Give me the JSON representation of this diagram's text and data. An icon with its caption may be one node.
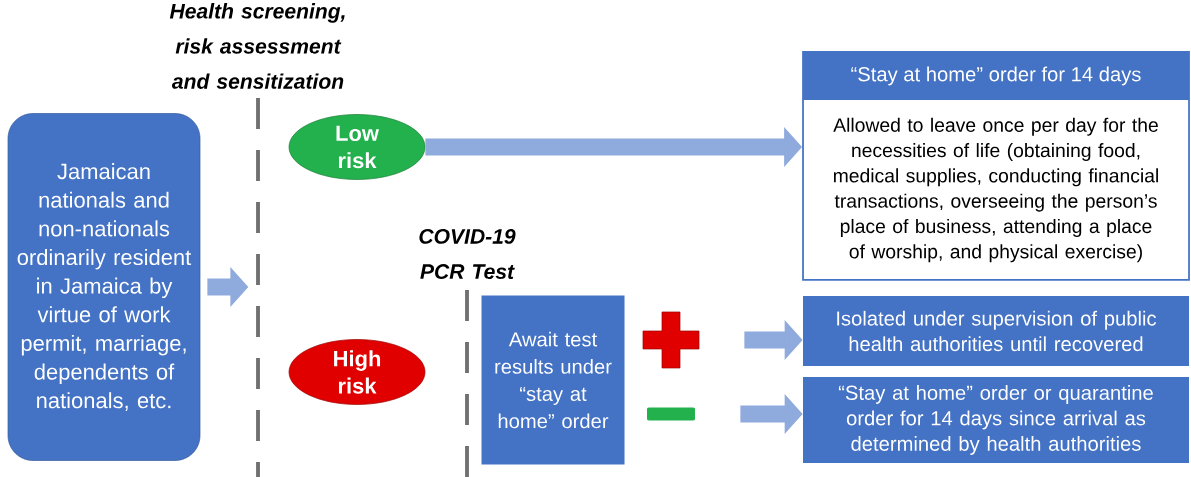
{
  "diagram": {
    "nodes": [
      {
        "text": [
          "Jamaican nationals and non-nationals ordinarily resident in Jamaica by virtue of work permit, marriage, dependents of nationals, etc."
        ]
      },
      {
        "text": [
          "Low risk"
        ]
      },
      {
        "text": [
          "High risk"
        ]
      },
      {
        "text": [
          "“Stay at home” order for 14 days",
          "Allowed to leave once per day for the necessities of life (obtaining food, medical supplies, conducting financial transactions, overseeing the person’s place of business, attending a place of worship, and physical exercise)"
        ]
      },
      {
        "text": [
          "Await test results under “stay at home” order"
        ]
      },
      {
        "text": [],
        "shape": "cross"
      },
      {
        "text": [],
        "shape": "bar"
      },
      {
        "text": [
          "Isolated under supervision of public health authorities until recovered"
        ]
      },
      {
        "text": [
          "“Stay at home” order  or quarantine order for 14 days since arrival as determined by health authorities"
        ]
      }
    ],
    "edges": [
      {
        "from": 0,
        "to": null,
        "arrow": "to"
      },
      {
        "from": 1,
        "to": 3,
        "arrow": "to"
      },
      {
        "from": 5,
        "to": 7,
        "arrow": "to"
      },
      {
        "from": 6,
        "to": 8,
        "arrow": "to"
      }
    ],
    "labels": [
      "Health screening, risk assessment and sensitization",
      "COVID-19 PCR Test"
    ]
  }
}
